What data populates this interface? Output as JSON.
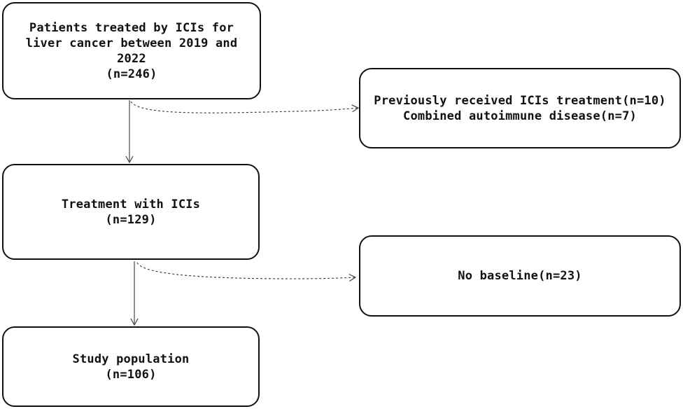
{
  "nodes": {
    "patients": {
      "lines": [
        "Patients treated by ICIs for",
        "liver cancer between 2019 and",
        "2022",
        "(n=246)"
      ]
    },
    "exclusion_1": {
      "lines": [
        "Previously received ICIs treatment(n=10)",
        "Combined autoimmune disease(n=7)"
      ]
    },
    "treatment": {
      "lines": [
        "Treatment with ICIs",
        "(n=129)"
      ]
    },
    "exclusion_2": {
      "lines": [
        "No baseline(n=23)"
      ]
    },
    "study": {
      "lines": [
        "Study population",
        "(n=106)"
      ]
    }
  },
  "colors": {
    "stroke": "#111111",
    "arrow_solid": "#555555",
    "arrow_dashed": "#333333",
    "background": "#ffffff"
  }
}
